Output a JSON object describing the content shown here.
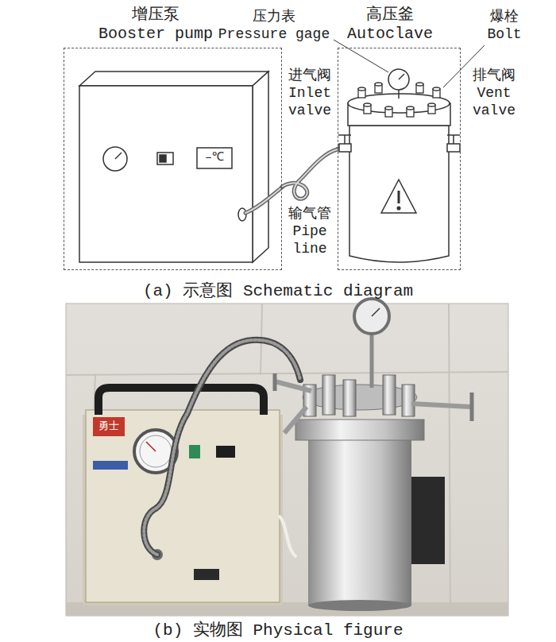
{
  "diagram": {
    "nodes": [
      {
        "text": [
          "增压泵 Booster pump"
        ]
      },
      {
        "text": [
          "高压釜 Autoclave"
        ]
      }
    ],
    "edges": [
      {
        "from": 0,
        "to": 1,
        "arrow": "none"
      }
    ],
    "labels": [
      "压力表 Pressure gage",
      "爆栓 Bolt",
      "进气阀 Inlet valve",
      "排气阀 Vent valve",
      "输气管 Pipe line",
      "–℃",
      "勇士",
      "(a) 示意图 Schematic diagram",
      "(b) 实物图 Physical figure"
    ]
  }
}
